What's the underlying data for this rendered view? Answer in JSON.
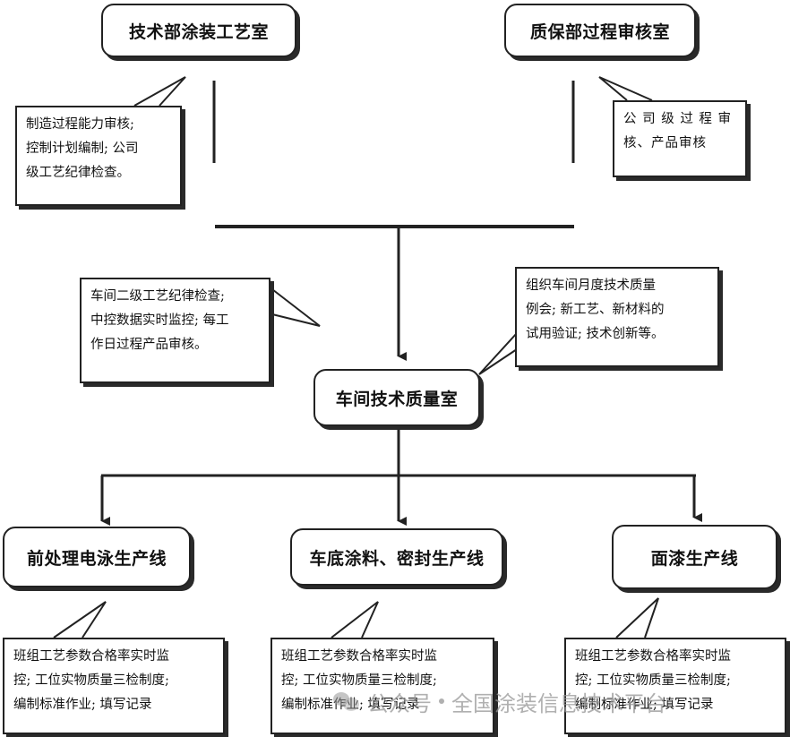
{
  "boxes": {
    "coating_office": "技术部涂装工艺室",
    "qa_process_audit": "质保部过程审核室",
    "workshop_quality": "车间技术质量室",
    "pretreatment_line": "前处理电泳生产线",
    "underbody_line": "车底涂料、密封生产线",
    "topcoat_line": "面漆生产线"
  },
  "notes": {
    "coating_office": [
      "制造过程能力审核;",
      "控制计划编制; 公司",
      "级工艺纪律检查。"
    ],
    "qa_process_audit": [
      "公 司 级 过 程 审",
      "核、产品审核"
    ],
    "workshop_left": [
      "车间二级工艺纪律检查;",
      "中控数据实时监控; 每工",
      "作日过程产品审核。"
    ],
    "workshop_right": [
      "组织车间月度技术质量",
      "例会; 新工艺、新材料的",
      "试用验证; 技术创新等。"
    ],
    "line_left": [
      "班组工艺参数合格率实时监",
      "控; 工位实物质量三检制度;",
      "编制标准作业; 填写记录"
    ],
    "line_mid": [
      "班组工艺参数合格率实时监",
      "控; 工位实物质量三检制度;",
      "编制标准作业; 填写记录"
    ],
    "line_right": [
      "班组工艺参数合格率实时监",
      "控; 工位实物质量三检制度;",
      "编制标准作业; 填写记录"
    ]
  },
  "watermark": {
    "account": "公众号",
    "name": "全国涂装信息技术平台"
  },
  "colors": {
    "stroke": "#222222",
    "shadow": "#2a2a2a",
    "watermark": "#969696"
  }
}
